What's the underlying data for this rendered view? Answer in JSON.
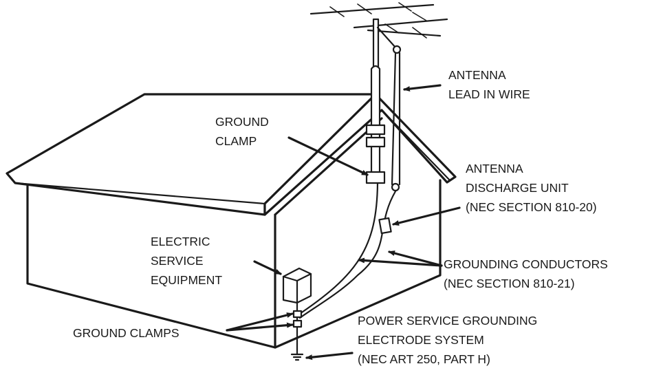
{
  "labels": {
    "antenna_lead_in": [
      "ANTENNA",
      "LEAD IN WIRE"
    ],
    "ground_clamp": [
      "GROUND",
      "CLAMP"
    ],
    "antenna_discharge_unit": [
      "ANTENNA",
      "DISCHARGE UNIT",
      "(NEC SECTION 810-20)"
    ],
    "electric_service_equipment": [
      "ELECTRIC",
      "SERVICE",
      "EQUIPMENT"
    ],
    "grounding_conductors": [
      "GROUNDING CONDUCTORS",
      "(NEC SECTION 810-21)"
    ],
    "ground_clamps": [
      "GROUND CLAMPS"
    ],
    "power_service_grounding": [
      "POWER SERVICE GROUNDING",
      "ELECTRODE SYSTEM",
      "(NEC ART 250, PART H)"
    ]
  },
  "colors": {
    "ink": "#1a1a1a",
    "background": "#ffffff"
  }
}
